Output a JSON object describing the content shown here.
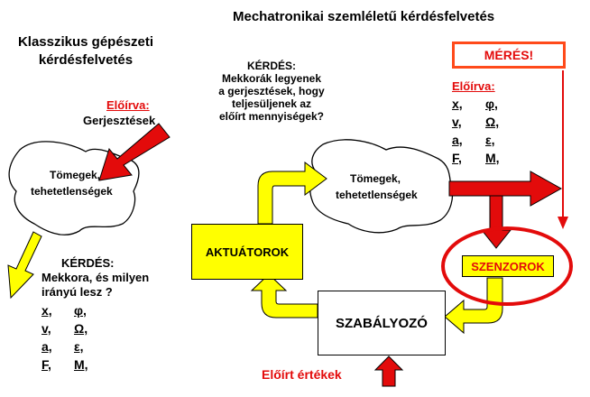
{
  "header": {
    "main_title": "Mechatronikai szemléletű kérdésfelvetés",
    "left_title_line1": "Klasszikus gépészeti",
    "left_title_line2": "kérdésfelvetés"
  },
  "left": {
    "prescribed_label": "Előírva:",
    "excitations": "Gerjesztések",
    "mass_line1": "Tömegek,",
    "mass_line2": "tehetetlenségek",
    "question_label": "KÉRDÉS:",
    "question_line1": "Mekkora, és milyen",
    "question_line2": "irányú lesz ?",
    "quantities": [
      "x,",
      "φ,",
      "v,",
      "Ω,",
      "a,",
      "ε,",
      "F,",
      "M,"
    ]
  },
  "right": {
    "question_label": "KÉRDÉS:",
    "question_line1": "Mekkorák legyenek",
    "question_line2": "a gerjesztések, hogy",
    "question_line3": "teljesüljenek az",
    "question_line4": "előírt mennyiségek?",
    "mass_line1": "Tömegek,",
    "mass_line2": "tehetetlenségek",
    "actuators": "AKTUÁTOROK",
    "sensors": "SZENZOROK",
    "controller": "SZABÁLYOZÓ",
    "measurement": "MÉRÉS!",
    "prescribed_label": "Előírva:",
    "quantities": [
      "x,",
      "φ,",
      "v,",
      "Ω,",
      "a,",
      "ε,",
      "F,",
      "M,"
    ],
    "setpoints": "Előírt értékek"
  },
  "colors": {
    "red": "#e30b0b",
    "yellow": "#ffff00",
    "arrow_outline": "#000000"
  }
}
